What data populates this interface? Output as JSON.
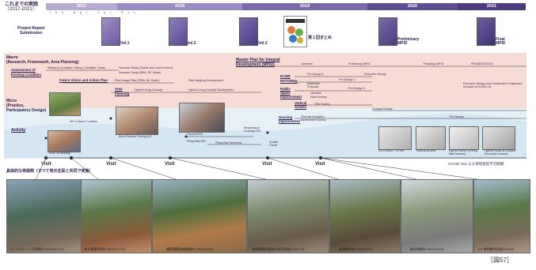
{
  "header": {
    "title_jp": "これまでの実践",
    "title_years": "（2017-2021）"
  },
  "years": [
    "2017",
    "2018",
    "2019",
    "2020",
    "2021"
  ],
  "months": "Jan Apr Jul Oct",
  "project_report": {
    "label_line1": "Project Report",
    "label_line2": "Submission",
    "vols": [
      "Vol.1",
      "Vol.2",
      "Vol.3",
      "第１回まとめ",
      "Preliminary MPID",
      "Final MPID"
    ]
  },
  "rows": {
    "macro": "Macro\n(Research, Framework, Area Planning)",
    "assessment": "Assessment of\nExisting Condition",
    "future_vision": "Future Vision and Action Plan",
    "area_planning": "Area\nPlanning",
    "micro": "Micro\n(Practice,\nParticipatory Design)",
    "activity": "Activity",
    "master_plan": "Master Plan for Integral\nDevelopment (MPID)",
    "ecmr": "ECMR\nROTONDA",
    "public_space": "Public\nSpace\nImprovement",
    "vertical_access": "Vertical\nAccess",
    "housing": "Housing\nImprovement"
  },
  "bar_texts": [
    "Research (Location, History, Condition, Scale)",
    "Scenario Study (Global and Local Context)",
    "Scenario Study (SRIA, BC Scale)",
    "Pilot Design Plan (SRIA, BC Scale)",
    "Hybrid Living Concept",
    "Risk Mapping Development",
    "Hybrid Living Concept Development",
    "Overview",
    "Preliminary MPID",
    "Finalizing MPID",
    "PRESENTATION",
    "Pre Design 1",
    "Pre Design 2",
    "Execution Design",
    "Pre Design 3",
    "Illustration Proposal",
    "Handrail",
    "Plant Survey",
    "Site Survey",
    "Thermal Insulation Assessment Survey",
    "Concept Design",
    "Pre Design",
    "Execution Design and Construction Postponed because of COVID-19",
    "Measuring & Drainage WS",
    "Handrail WS",
    "Piling Wall WS",
    "Piling Wall Sprouting",
    "Quality Check",
    "Kick-Off Meeting",
    "WS in Barrio Conflicts",
    "Area Problem Finding WS"
  ],
  "renders": [
    "ROTONDA + ECMR",
    "Vertical Access",
    "Hybrid House A (Piling Wall Houses)",
    "Hybrid House B (Shared Dorm/Apt Houses)"
  ],
  "covid_note": "COVID-19による現地渡航不可期間",
  "visits_label": "Visit",
  "bottom_title": "具体的な実践例（すべて地元住民と共同で実施）",
  "photo_captions": [
    "ハンドユニット手摺制作 WS(2017/10)",
    "斜水路護岸制作 WS(2017/10)",
    "擁壁構築板補強制作 WS(2018/3)",
    "擁壁構築板補強の地区展開(2019/7-9)",
    "電源線作成 WS(2019/3)",
    "階水路制作 WS(2019/3)",
    "EV 南側整地支援(2018/9)"
  ],
  "figure_label": "［図57］",
  "colors": {
    "year_bar": "#7a68a8",
    "macro_band": "#f7dcd6",
    "micro_band": "#e6f0f7",
    "activity_band": "#d4e6f2"
  }
}
